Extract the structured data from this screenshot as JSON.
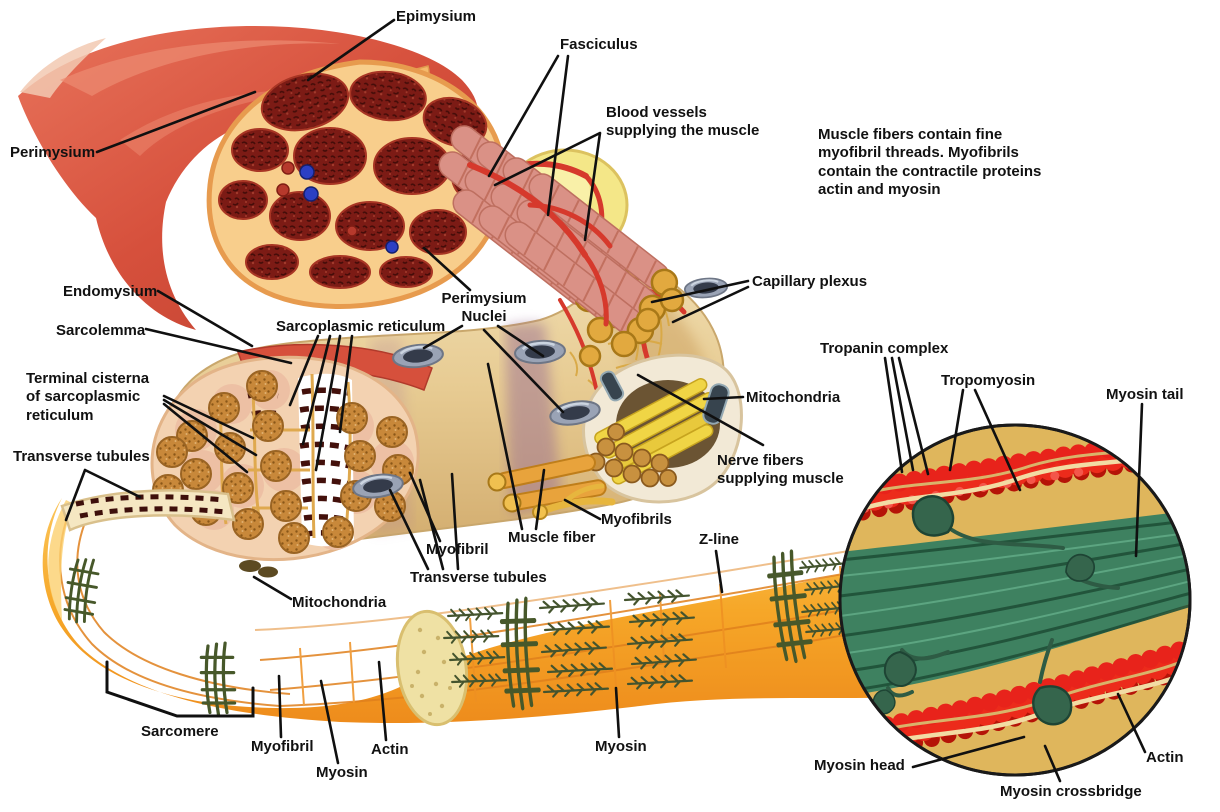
{
  "diagram": {
    "type": "anatomy-illustration",
    "subject": "Skeletal muscle structure, from whole muscle to sarcomere filaments",
    "background": "#FFFFFF"
  },
  "note": {
    "text": "Muscle fibers contain fine myofibril threads. Myofibrils contain the contractile proteins actin and myosin"
  },
  "labels": {
    "epimysium": "Epimysium",
    "fasciculus": "Fasciculus",
    "blood_vessels": "Blood vessels supplying the muscle",
    "perimysium": "Perimysium",
    "capillary_plexus": "Capillary plexus",
    "endomysium": "Endomysium",
    "sarcolemma": "Sarcolemma",
    "sarcoplasmic_reticulum": "Sarcoplasmic reticulum",
    "perimysium_nuclei": "Perimysium Nuclei",
    "terminal_cisterna": "Terminal cisterna of sarcoplasmic reticulum",
    "transverse_tubules": "Transverse tubules",
    "mitochondria": "Mitochondria",
    "nerve_fibers": "Nerve fibers supplying muscle",
    "myofibrils": "Myofibrils",
    "muscle_fiber": "Muscle fiber",
    "myofibril": "Myofibril",
    "z_line": "Z-line",
    "tropanin_complex": "Tropanin complex",
    "tropomyosin": "Tropomyosin",
    "myosin_tail": "Myosin tail",
    "sarcomere": "Sarcomere",
    "myosin": "Myosin",
    "actin": "Actin",
    "myosin_head": "Myosin head",
    "myosin_crossbridge": "Myosin crossbridge"
  },
  "colors": {
    "background": "#FFFFFF",
    "label_text": "#111111",
    "leader_line": "#101010",
    "muscle_red": "#D6503C",
    "epimysium_orange": "#F5B96A",
    "cross_section_matrix": "#F8CE8C",
    "fascicle_maroon": "#7C1B15",
    "fasciculus_yellow": "#F4E788",
    "fiber_bundle_pink": "#DA9186",
    "fiber_end_gold": "#E2A93F",
    "capillary_red": "#D6392C",
    "muscle_fiber_tan": "#E7CB92",
    "nucleus_gray": "#9AA3B5",
    "myofibril_orange": "#F6A728",
    "z_band_green": "#47582A",
    "inset_background": "#DFB65C",
    "actin_red": "#EC2B1B",
    "myosin_green": "#3E8160"
  }
}
